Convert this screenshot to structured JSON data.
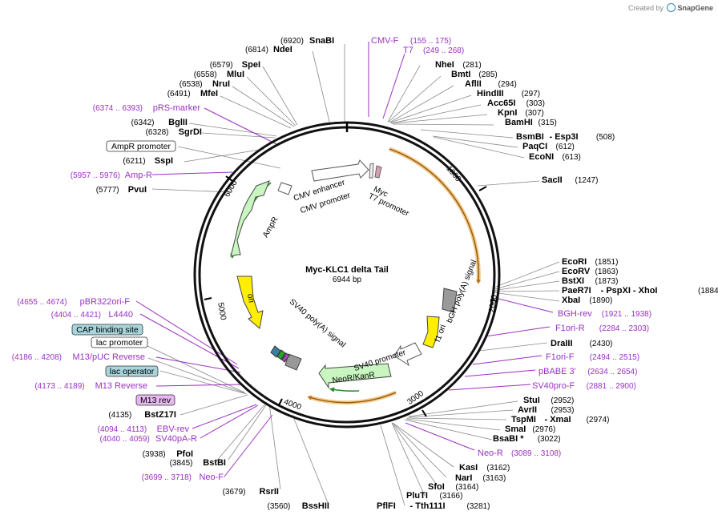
{
  "credit": {
    "prefix": "Created by",
    "brand": "SnapGene"
  },
  "plasmid": {
    "name": "Myc-KLC1 delta Tail",
    "size": "6944 bp"
  },
  "ticks": [
    "1000",
    "2000",
    "3000",
    "4000",
    "5000",
    "6000"
  ],
  "right_sites": [
    {
      "name": "NheI",
      "pos": "(281)"
    },
    {
      "name": "BmtI",
      "pos": "(285)"
    },
    {
      "name": "AflII",
      "pos": "(294)"
    },
    {
      "name": "HindIII",
      "pos": "(297)"
    },
    {
      "name": "Acc65I",
      "pos": "(303)"
    },
    {
      "name": "KpnI",
      "pos": "(307)"
    },
    {
      "name": "BamHI",
      "pos": "(315)"
    },
    {
      "name": "BsmBI",
      "extra": "-  Esp3I",
      "pos": "(508)"
    },
    {
      "name": "PaqCI",
      "pos": "(612)"
    },
    {
      "name": "EcoNI",
      "pos": "(613)"
    },
    {
      "name": "SacII",
      "pos": "(1247)"
    },
    {
      "name": "EcoRI",
      "pos": "(1851)"
    },
    {
      "name": "EcoRV",
      "pos": "(1863)"
    },
    {
      "name": "BstXI",
      "pos": "(1873)"
    },
    {
      "name": "PaeR7I",
      "extra": "-  PspXI   -  XhoI",
      "pos": "(1884)"
    },
    {
      "name": "XbaI",
      "pos": "(1890)"
    },
    {
      "name": "DraIII",
      "pos": "(2430)"
    },
    {
      "name": "StuI",
      "pos": "(2952)"
    },
    {
      "name": "AvrII",
      "pos": "(2953)"
    },
    {
      "name": "TspMI",
      "extra": "-  XmaI",
      "pos": "(2974)"
    },
    {
      "name": "SmaI",
      "pos": "(2976)"
    },
    {
      "name": "BsaBI *",
      "pos": "(3022)"
    },
    {
      "name": "KasI",
      "pos": "(3162)"
    },
    {
      "name": "NarI",
      "pos": "(3163)"
    },
    {
      "name": "SfoI",
      "pos": "(3164)"
    },
    {
      "name": "PluTI",
      "pos": "(3166)"
    },
    {
      "name": "PflFI",
      "extra": "-  Tth111I",
      "pos": "(3281)"
    }
  ],
  "right_features": [
    {
      "name": "BGH-rev",
      "range": "(1921 .. 1938)"
    },
    {
      "name": "F1ori-R",
      "range": "(2284 .. 2303)"
    },
    {
      "name": "F1ori-F",
      "range": "(2494 .. 2515)"
    },
    {
      "name": "pBABE 3'",
      "range": "(2634 .. 2654)"
    },
    {
      "name": "SV40pro-F",
      "range": "(2881 .. 2900)"
    },
    {
      "name": "Neo-R",
      "range": "(3089 .. 3108)"
    }
  ],
  "top_sites": [
    {
      "name": "SnaBI",
      "pos": "(6920)"
    },
    {
      "name": "NdeI",
      "pos": "(6814)"
    }
  ],
  "top_features": [
    {
      "name": "CMV-F",
      "range": "(155 .. 175)"
    },
    {
      "name": "T7",
      "range": "(249 .. 268)"
    }
  ],
  "left_sites": [
    {
      "name": "SpeI",
      "pos": "(6579)"
    },
    {
      "name": "MluI",
      "pos": "(6558)"
    },
    {
      "name": "NruI",
      "pos": "(6538)"
    },
    {
      "name": "MfeI",
      "pos": "(6491)"
    },
    {
      "name": "BglII",
      "pos": "(6342)"
    },
    {
      "name": "SgrDI",
      "pos": "(6328)"
    },
    {
      "name": "SspI",
      "pos": "(6211)"
    },
    {
      "name": "PvuI",
      "pos": "(5777)"
    },
    {
      "name": "BstZ17I",
      "pos": "(4135)"
    },
    {
      "name": "PfoI",
      "pos": "(3938)"
    },
    {
      "name": "BstBI",
      "pos": "(3845)"
    },
    {
      "name": "RsrII",
      "pos": "(3679)"
    },
    {
      "name": "BssHII",
      "pos": "(3560)"
    }
  ],
  "left_features": [
    {
      "name": "pRS-marker",
      "range": "(6374 .. 6393)"
    },
    {
      "name": "Amp-R",
      "range": "(5957 .. 5976)"
    },
    {
      "name": "pBR322ori-F",
      "range": "(4655 .. 4674)"
    },
    {
      "name": "L4440",
      "range": "(4404 .. 4421)"
    },
    {
      "name": "M13/pUC Reverse",
      "range": "(4186 .. 4208)"
    },
    {
      "name": "M13 Reverse",
      "range": "(4173 .. 4189)"
    },
    {
      "name": "EBV-rev",
      "range": "(4094 .. 4113)"
    },
    {
      "name": "SV40pA-R",
      "range": "(4040 .. 4059)"
    },
    {
      "name": "Neo-F",
      "range": "(3699 .. 3718)"
    }
  ],
  "boxed_labels": [
    "AmpR promoter",
    "CAP binding site",
    "lac promoter",
    "lac operator",
    "M13 rev"
  ],
  "inner_labels": {
    "cmv_enhancer": "CMV enhancer",
    "cmv_promoter": "CMV promoter",
    "myc": "Myc",
    "t7_promoter": "T7 promoter",
    "ampr": "AmpR",
    "ori": "ori",
    "sv40_polya": "SV40 poly(A) signal",
    "sv40_promoter": "SV40 promoter",
    "neor": "NeoR/KanR",
    "bgh": "bGH poly(A) signal",
    "f1ori": "f1 ori"
  },
  "colors": {
    "feature_label": "#9b30c4",
    "orf_orange": "#f0a030",
    "ampr_green": "#c8f5c0",
    "ori_yellow": "#ffee00",
    "neor_green": "#c8f5c0",
    "cap_box": "#a8d4dc",
    "m13_box": "#e6b8f0"
  }
}
